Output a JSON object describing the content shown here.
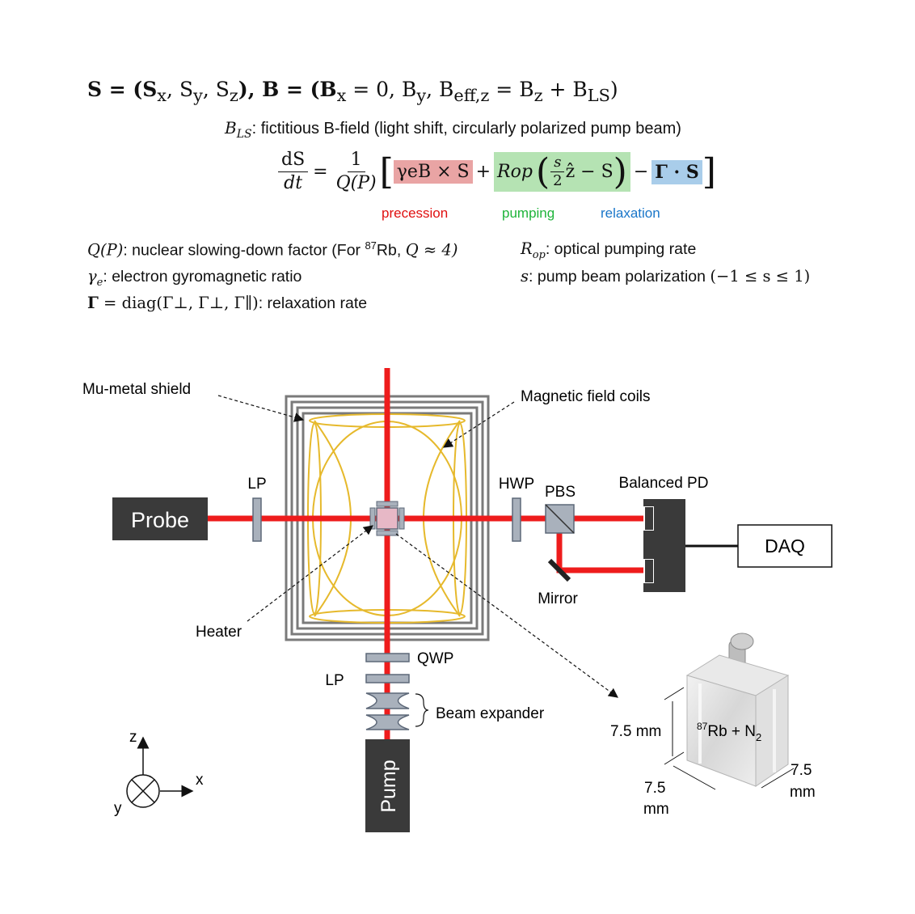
{
  "equations": {
    "line1_a": "S = (S",
    "line1_x": "x",
    "line1_b": ", S",
    "line1_y": "y",
    "line1_c": ", S",
    "line1_z": "z",
    "line1_d": "), B = (B",
    "line1_bx": "x",
    "line1_e": " = 0, B",
    "line1_by": "y",
    "line1_f": ", B",
    "line1_beff": "eff,z",
    "line1_g": " = B",
    "line1_bz": "z",
    "line1_h": " + B",
    "line1_bls": "LS",
    "line1_i": ")",
    "bls_sym": "B",
    "bls_sub": "LS",
    "bls_text": ": fictitious B-field (light shift, circularly polarized pump beam)",
    "dS": "dS",
    "dt": "dt",
    "eq": "=",
    "one": "1",
    "QP": "Q(P)",
    "precession_term": "γeB × S",
    "plus": "+",
    "pumping_Rop": "Rop",
    "pumping_s": "s",
    "pumping_2": "2",
    "pumping_rest": "ẑ − S",
    "minus": "−",
    "relax_term": "Γ · S"
  },
  "term_labels": {
    "precession": "precession",
    "pumping": "pumping",
    "relaxation": "relaxation"
  },
  "definitions": {
    "Q": "Q(P): nuclear slowing-down factor (For 87Rb, Q ≈ 4)",
    "Q_sym": "Q(P)",
    "Q_text1": ": nuclear slowing-down factor (For ",
    "Q_sup": "87",
    "Q_text2": "Rb, ",
    "Q_approx": "Q ≈ 4)",
    "gamma_sym": "γ",
    "gamma_sub": "e",
    "gamma_text": ": electron gyromagnetic ratio",
    "Gamma_sym": "Γ",
    "Gamma_text1": " = diag(Γ⊥, Γ⊥, Γ∥)",
    "Gamma_text2": ": relaxation rate",
    "Rop_sym": "R",
    "Rop_sub": "op",
    "Rop_text": ": optical pumping rate",
    "s_sym": "s",
    "s_text": ": pump beam polarization ",
    "s_range": "(−1 ≤ s ≤ 1)"
  },
  "diagram": {
    "mu_metal_shield": "Mu-metal shield",
    "magnetic_field_coils": "Magnetic field coils",
    "lp_top": "LP",
    "hwp": "HWP",
    "pbs": "PBS",
    "balanced_pd": "Balanced PD",
    "probe": "Probe",
    "daq": "DAQ",
    "mirror": "Mirror",
    "heater": "Heater",
    "qwp": "QWP",
    "lp_bottom": "LP",
    "beam_expander": "Beam expander",
    "pump": "Pump",
    "axis_z": "z",
    "axis_x": "x",
    "axis_y": "y",
    "cell_label_sup": "87",
    "cell_label_main": "Rb + N",
    "cell_label_sub": "2",
    "dim_left": "7.5 mm",
    "dim_front_1": "7.5",
    "dim_front_2": "mm",
    "dim_right_1": "7.5",
    "dim_right_2": "mm"
  },
  "colors": {
    "beam": "#ee1c1c",
    "coil": "#e6b92c",
    "shield": "#7a7a7a",
    "box_dark": "#3a3a3a",
    "precession_bg": "#e9a4a4",
    "pumping_bg": "#b5e3b3",
    "relaxation_bg": "#a9cdea"
  }
}
